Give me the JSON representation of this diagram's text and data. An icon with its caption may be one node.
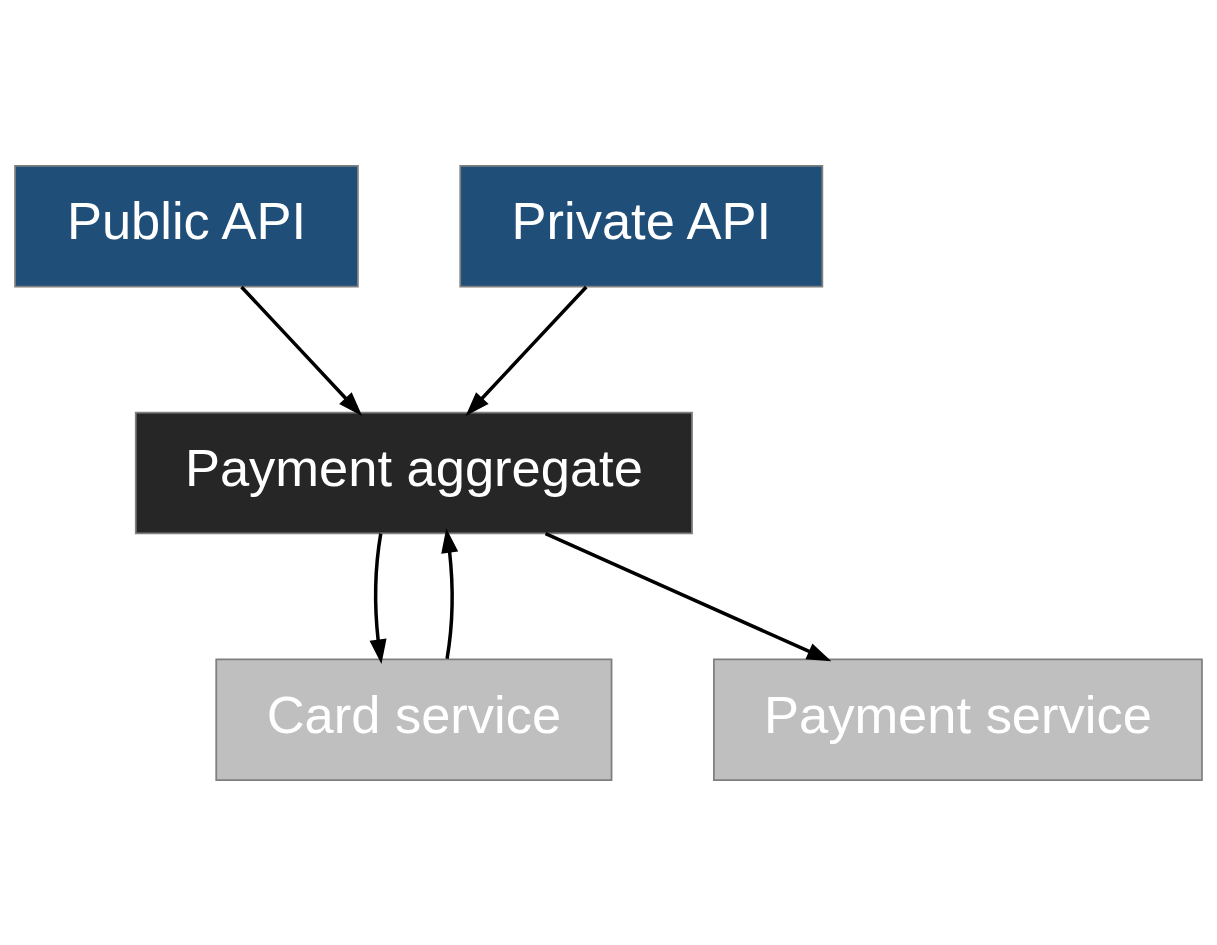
{
  "diagram": {
    "nodes": [
      {
        "text": [
          "Public API"
        ]
      },
      {
        "text": [
          "Private API"
        ]
      },
      {
        "text": [
          "Payment aggregate"
        ]
      },
      {
        "text": [
          "Card service"
        ]
      },
      {
        "text": [
          "Payment service"
        ]
      }
    ],
    "edges": [
      {
        "from": 0,
        "to": 2,
        "arrow": "to"
      },
      {
        "from": 1,
        "to": 2,
        "arrow": "to"
      },
      {
        "from": 2,
        "to": 3,
        "arrow": "to"
      },
      {
        "from": 3,
        "to": 2,
        "arrow": "to"
      },
      {
        "from": 2,
        "to": 4,
        "arrow": "to"
      }
    ]
  }
}
